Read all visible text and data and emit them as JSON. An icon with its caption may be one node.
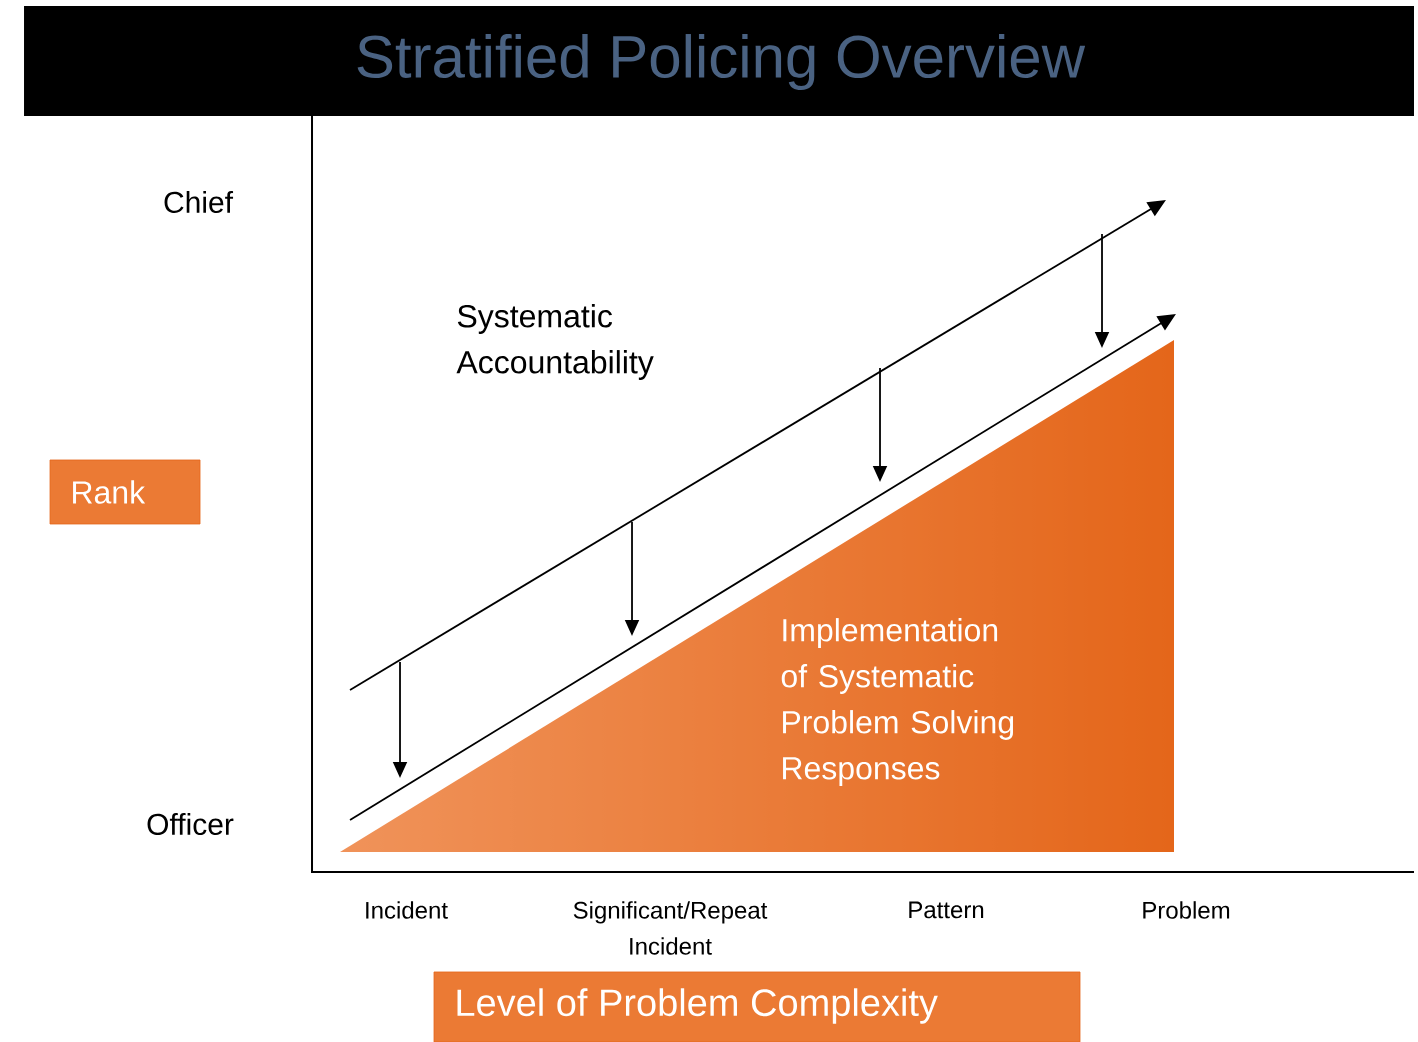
{
  "diagram": {
    "title": "Stratified Policing Overview",
    "nodes": [
      {
        "text": [
          "Rank"
        ]
      },
      {
        "text": [
          "Level of Problem Complexity"
        ]
      },
      {
        "text": [
          "Implementation of Systematic Problem Solving Responses"
        ]
      }
    ],
    "labels": [
      "Chief",
      "Systematic Accountability",
      "Officer",
      "Incident",
      "Significant/Repeat Incident",
      "Pattern",
      "Problem"
    ]
  }
}
